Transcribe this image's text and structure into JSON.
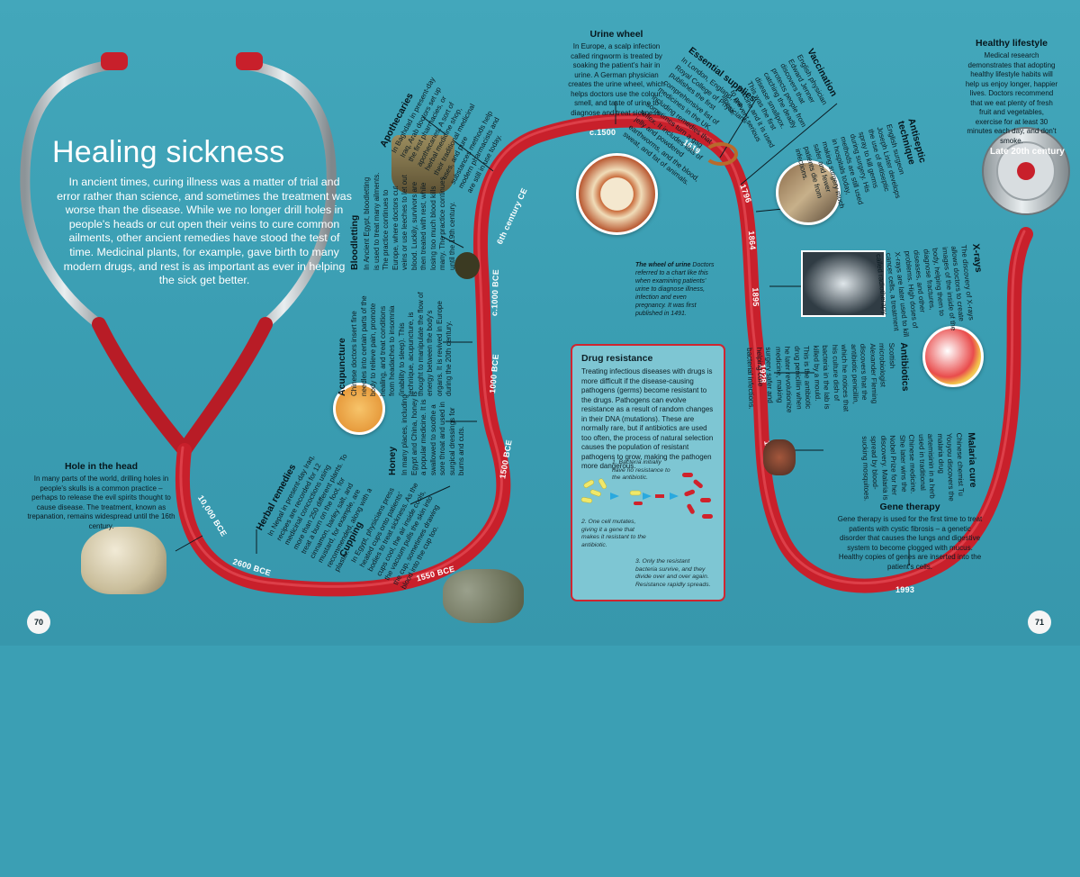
{
  "title": "Healing sickness",
  "intro": "In ancient times, curing illness was a matter of trial and error rather than science, and sometimes the treatment was worse than the disease. While we no longer drill holes in people's heads or cut open their veins to cure common ailments, other ancient remedies have stood the test of time. Medicinal plants, for example, gave birth to many modern drugs, and rest is as important as ever in helping the sick get better.",
  "dates": {
    "d10000": "10,000 BCE",
    "d2600": "2600 BCE",
    "d1550": "1550 BCE",
    "d1500": "1500 BCE",
    "d1000": "1000 BCE",
    "d1000c": "c.1000 BCE",
    "d6th": "6th century CE",
    "d1500c": "c.1500",
    "d1619": "1619",
    "d1796": "1796",
    "d1864": "1864",
    "d1895": "1895",
    "d1928": "1928",
    "d1972": "1972",
    "d1993": "1993",
    "late20": "Late 20th century"
  },
  "entries": {
    "hole": {
      "title": "Hole in the head",
      "text": "In many parts of the world, drilling holes in people's skulls is a common practice – perhaps to release the evil spirits thought to cause disease. The treatment, known as trepanation, remains widespread until the 16th century."
    },
    "herbal": {
      "title": "Herbal remedies",
      "text": "In Nepal in present-day Iraq, recipes are recorded for 12 medicinal concoctions using more than 250 different plants. To treat a burn on the foot, for cinnamon, barley salt, and mustard, for example, are recommended, along with a plaster."
    },
    "cupping": {
      "title": "Cupping",
      "text": "In Egypt, physicians press heated cups onto patients' bodies to treat sickness. As the cups cool, the air inside cools, the vacuum pulls the skin into the cup, sometimes drawing blood into the cup too."
    },
    "honey": {
      "title": "Honey",
      "text": "In many places, including Egypt and China, honey is a popular medicine. It is swallowed to soothe a sore throat and used in surgical dressings for burns and cuts."
    },
    "acupuncture": {
      "title": "Acupuncture",
      "text": "Chinese doctors insert fine needles into certain parts of the body to relieve pain, promote healing, and treat conditions from headaches to insomnia (inability to sleep). This technique, acupuncture, is thought to manipulate the flow of energy between the body's organs. It is revived in Europe during the 20th century."
    },
    "bloodletting": {
      "title": "Bloodletting",
      "text": "In Ancient Egypt, bloodletting is used to treat many ailments. The practice continues to Europe, where doctors cut veins or use leeches to let out blood. Luckily, survivors are then treated with rest, while losing too much blood kills many. The practice continues until the 19th century."
    },
    "apothecaries": {
      "title": "Apothecaries",
      "text": "In Baghdad in present-day Iraq, Arab doctors set up the first pharmacies, or apothecaries. A sort of herbal medicine shop, their traditional medicinal uses, and pure substances methods help modern pharmacists and are still in use today."
    },
    "urine": {
      "title": "Urine wheel",
      "text": "In Europe, a scalp infection called ringworm is treated by soaking the patient's hair in urine. A German physician creates the urine wheel, which helps doctors use the colour, smell, and taste of urine to diagnose and treat sickness."
    },
    "essential": {
      "title": "Essential supplies",
      "text": "In London, England, the Royal College of Physicians publishes the first comprehensive list of medicines in the UK, including remedies that sometimes turn a gag reflex. It includes lists of jelly and powdered earthworms, and the blood, sweat, and fat of animals."
    },
    "vaccination": {
      "title": "Vaccination",
      "text": "English physician Edward Jenner discovers that protects people from catching the deadly disease smallpox. This was the first vaccine and it is used to prevent serious illness."
    },
    "antiseptic": {
      "title": "Antiseptic technique",
      "text": "English surgeon Joseph Lister develops the use of antiseptic spray to kill germs during surgery. His methods are still used in hospitals today, making surgery much safer and fewer patients die from infections."
    },
    "xrays": {
      "title": "X-rays",
      "text": "The discovery of X-rays allows doctors to create images of the inside of the body, helping them to diagnose fractures, diseases, and other problems. High doses of X-rays are later used to kill cancer cells, a treatment called radiotherapy."
    },
    "antibiotics": {
      "title": "Antibiotics",
      "text": "Scottish microbiologist Alexander Fleming discovers that the antibiotic penicillin, which he notices that his culture dish of bacteria in the lab is killed by a mould. This is the antibiotic drug penicillin when he later revolutionize medicine, making surgery safer and helping cure bacterial infections."
    },
    "malaria": {
      "title": "Malaria cure",
      "text": "Chinese chemist Tu Youyou discovers the malaria drug artemisinin in a herb used in traditional Chinese medicine. She later wins the Nobel Prize for her discovery. Malaria is spread by blood-sucking mosquitoes."
    },
    "gene": {
      "title": "Gene therapy",
      "text": "Gene therapy is used for the first time to treat patients with cystic fibrosis – a genetic disorder that causes the lungs and digestive system to become clogged with mucus. Healthy copies of genes are inserted into the patient's cells."
    },
    "healthy": {
      "title": "Healthy lifestyle",
      "text": "Medical research demonstrates that adopting healthy lifestyle habits will help us enjoy longer, happier lives. Doctors recommend that we eat plenty of fresh fruit and vegetables, exercise for at least 30 minutes each day, and don't smoke."
    }
  },
  "wheel_caption": {
    "title": "The wheel of urine",
    "text": "Doctors referred to a chart like this when examining patients' urine to diagnose illness, infection and even pregnancy. It was first published in 1491."
  },
  "drug": {
    "title": "Drug resistance",
    "text": "Treating infectious diseases with drugs is more difficult if the disease-causing pathogens (germs) become resistant to the drugs. Pathogens can evolve resistance as a result of random changes in their DNA (mutations). These are normally rare, but if antibiotics are used too often, the process of natural selection causes the population of resistant pathogens to grow, making the pathogen more dangerous.",
    "step1": "1. Bacteria initially have no resistance to the antibiotic.",
    "step2": "2. One cell mutates, giving it a gene that makes it resistant to the antibiotic.",
    "step3": "3. Only the resistant bacteria survive, and they divide over and over again. Resistance rapidly spreads."
  },
  "pages": {
    "left": "70",
    "right": "71"
  },
  "colors": {
    "background": "#3b9fb4",
    "tube": "#c8202b",
    "box_border": "#d02530"
  }
}
